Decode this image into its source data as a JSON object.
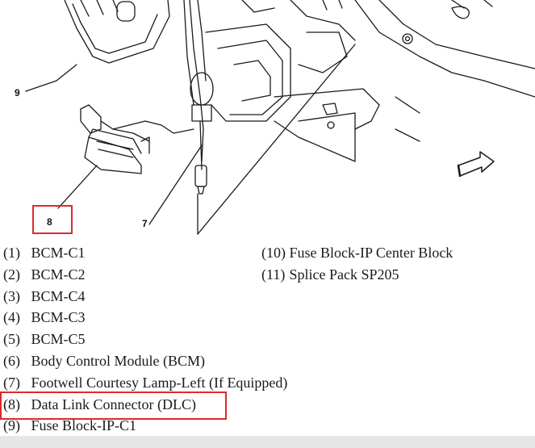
{
  "callouts": {
    "c9": "9",
    "c8": "8",
    "c7": "7"
  },
  "legend": {
    "left": [
      {
        "num": "(1)",
        "label": "BCM-C1"
      },
      {
        "num": "(2)",
        "label": "BCM-C2"
      },
      {
        "num": "(3)",
        "label": "BCM-C4"
      },
      {
        "num": "(4)",
        "label": "BCM-C3"
      },
      {
        "num": "(5)",
        "label": "BCM-C5"
      },
      {
        "num": "(6)",
        "label": "Body Control Module (BCM)"
      },
      {
        "num": "(7)",
        "label": "Footwell Courtesy Lamp-Left (If Equipped)"
      },
      {
        "num": "(8)",
        "label": "Data Link Connector (DLC)"
      },
      {
        "num": "(9)",
        "label": "Fuse Block-IP-C1"
      }
    ],
    "right": [
      {
        "num": "(10)",
        "label": "Fuse Block-IP Center Block"
      },
      {
        "num": "(11)",
        "label": "Splice Pack SP205"
      }
    ]
  },
  "colors": {
    "highlight": "#e0282e",
    "ink": "#1a1a1a"
  }
}
